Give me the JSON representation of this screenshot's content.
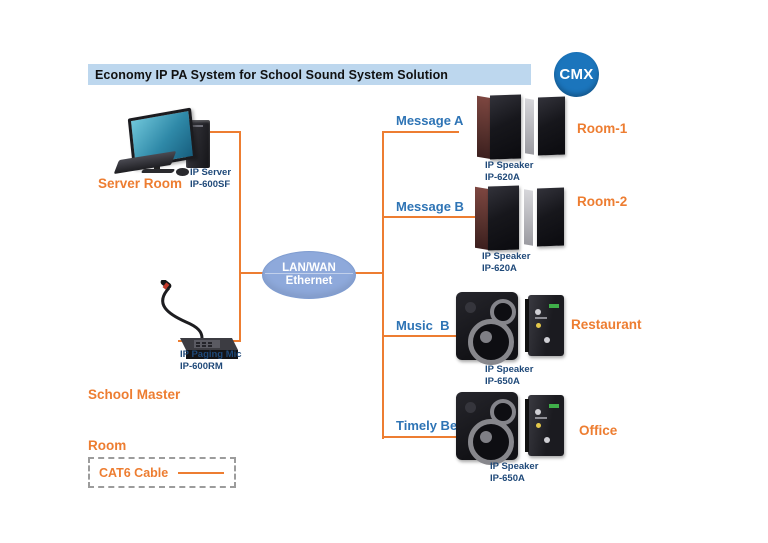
{
  "title": "Economy IP PA System for School Sound System Solution",
  "logo": {
    "text": "CMX"
  },
  "colors": {
    "accent_orange": "#ED7D31",
    "channel_blue": "#2E74B5",
    "device_navy": "#1F4979",
    "title_bar_bg": "#BDD7EE",
    "cloud_fill": "#8EA9DB",
    "logo_blue": "#1B75BC"
  },
  "server_room": {
    "label": "Server Room",
    "device": "IP Server",
    "model": "IP-600SF"
  },
  "master_room": {
    "label_line1": "School Master",
    "label_line2": "Room",
    "device": "IP Paging Mic",
    "model": "IP-600RM"
  },
  "network": {
    "line1": "LAN/WAN",
    "line2": "Ethernet"
  },
  "legend": {
    "label": "CAT6 Cable"
  },
  "channels": [
    {
      "name": "Message A",
      "room": "Room-1",
      "device": "IP Speaker",
      "model": "IP-620A"
    },
    {
      "name": "Message B",
      "room": "Room-2",
      "device": "IP Speaker",
      "model": "IP-620A"
    },
    {
      "name": "Music  B",
      "room": "Restaurant",
      "device": "IP Speaker",
      "model": "IP-650A"
    },
    {
      "name": "Timely Bell",
      "room": "Office",
      "device": "IP Speaker",
      "model": "IP-650A"
    }
  ]
}
